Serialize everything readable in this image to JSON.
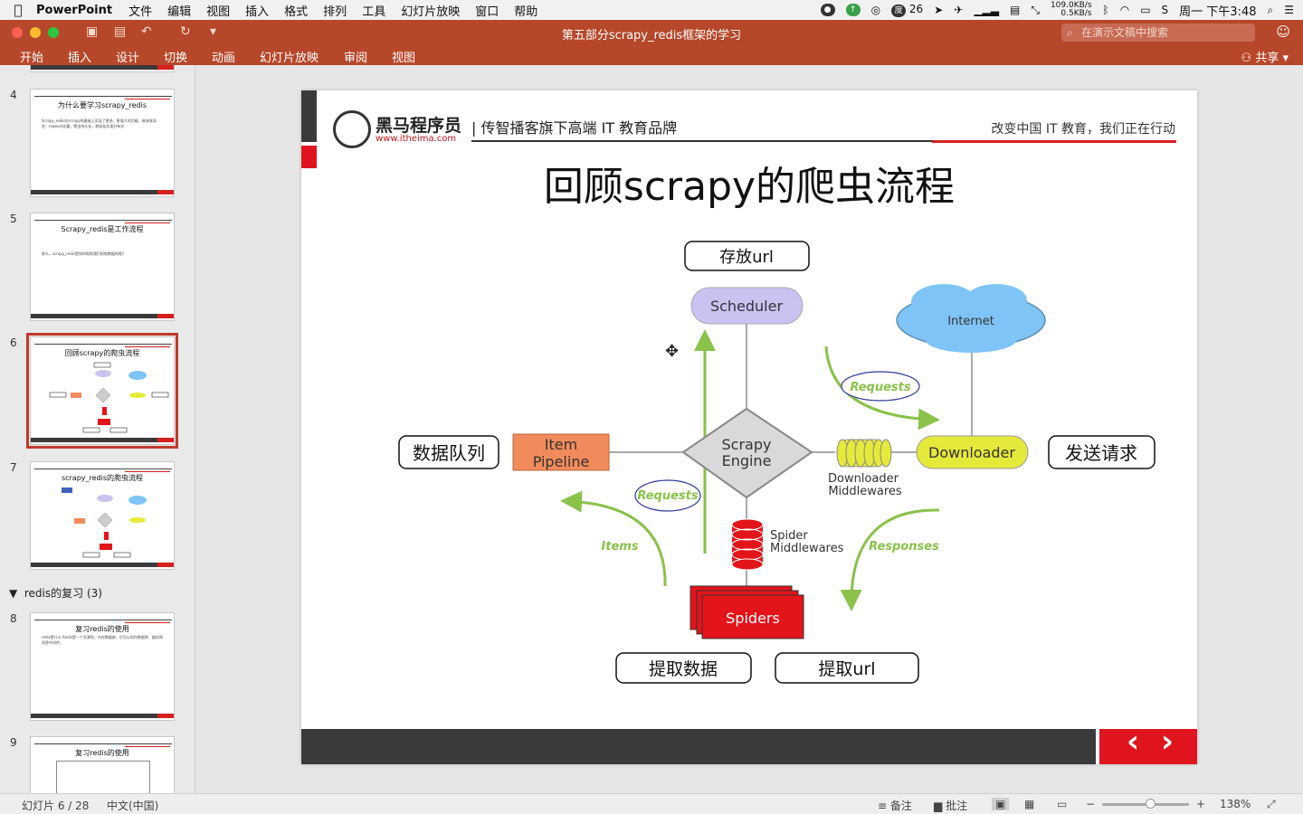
{
  "menubar": {
    "app": "PowerPoint",
    "items": [
      "文件",
      "编辑",
      "视图",
      "插入",
      "格式",
      "排列",
      "工具",
      "幻灯片放映",
      "窗口",
      "帮助"
    ],
    "status": {
      "badge_count": "26",
      "net_up": "109.0KB/s",
      "net_down": "0.5KB/s",
      "clock": "周一 下午3:48"
    }
  },
  "window": {
    "title": "第五部分scrapy_redis框架的学习",
    "search_placeholder": "在演示文稿中搜索",
    "ribbon_tabs": [
      "开始",
      "插入",
      "设计",
      "切换",
      "动画",
      "幻灯片放映",
      "审阅",
      "视图"
    ],
    "share_label": "共享"
  },
  "thumbnails": {
    "items": [
      {
        "num": "4",
        "title": "为什么要学习scrapy_redis",
        "body": "Scrapy_redis在scrapy的基础上实现了更多，更强大的功能，具体体现在：reqeust去重，爬虫持久化，和轻松实现分布式"
      },
      {
        "num": "5",
        "title": "Scrapy_redis是工作流程",
        "body": "那么，scrapy_redis是如何帮助我们抓取数据的呢？"
      },
      {
        "num": "6",
        "title": "回顾scrapy的爬虫流程",
        "body": ""
      },
      {
        "num": "7",
        "title": "scrapy_redis的爬虫流程",
        "body": ""
      },
      {
        "num": "8",
        "title": "复习redis的使用",
        "body": "redis是什么 Redis是一个开源的，内存数据库，它可以用作数据库、缓存和消息中间件。"
      },
      {
        "num": "9",
        "title": "复习redis的使用",
        "body": ""
      }
    ],
    "section_label": "redis的复习 (3)"
  },
  "slide": {
    "logo_name": "黑马程序员",
    "logo_url": "www.itheima.com",
    "tagline": "| 传智播客旗下高端 IT 教育品牌",
    "slogan": "改变中国 IT 教育，我们正在行动",
    "title": "回顾scrapy的爬虫流程",
    "diagram": {
      "store_url": "存放url",
      "scheduler": "Scheduler",
      "internet": "Internet",
      "requests_top": "Requests",
      "data_queue": "数据队列",
      "item_pipeline_1": "Item",
      "item_pipeline_2": "Pipeline",
      "engine_1": "Scrapy",
      "engine_2": "Engine",
      "downloader": "Downloader",
      "dl_mw_1": "Downloader",
      "dl_mw_2": "Middlewares",
      "send_request": "发送请求",
      "requests_left": "Requests",
      "items": "Items",
      "spider_mw_1": "Spider",
      "spider_mw_2": "Middlewares",
      "responses": "Responses",
      "spiders": "Spiders",
      "extract_data": "提取数据",
      "extract_url": "提取url"
    },
    "nav_prev": "‹",
    "nav_next": "›"
  },
  "statusbar": {
    "slide_counter": "幻灯片 6 / 28",
    "language": "中文(中国)",
    "notes": "备注",
    "comments": "批注",
    "zoom": "138%"
  },
  "colors": {
    "accent": "#b7472a",
    "brand_red": "#e0141e",
    "scheduler": "#c9c3f2",
    "downloader": "#e5ea3a",
    "internet": "#7fc4f7",
    "pipeline": "#f28b5b",
    "spider_red": "#e3141a",
    "arrow_green": "#8ac24a"
  }
}
